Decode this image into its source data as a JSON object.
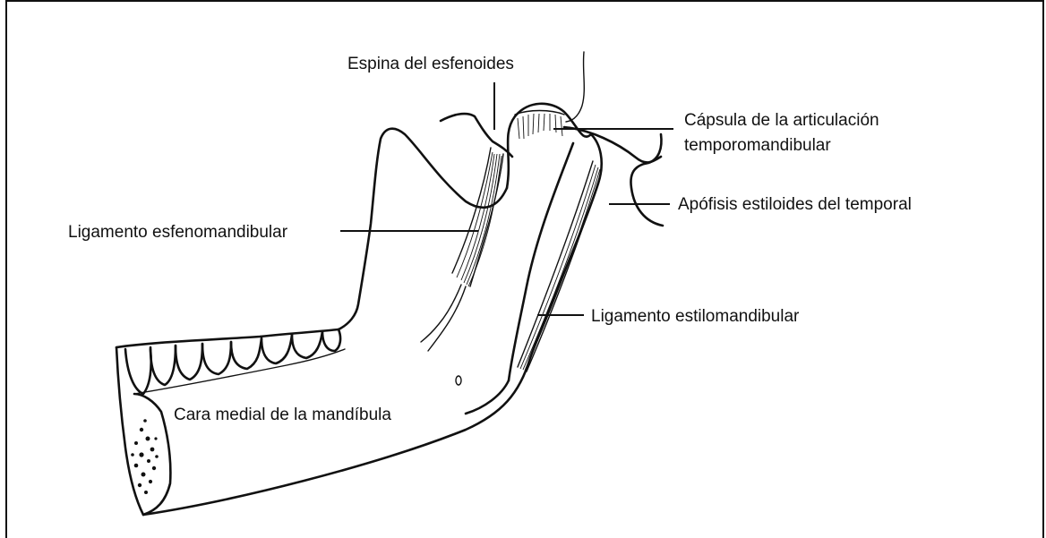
{
  "diagram": {
    "labels": {
      "espina": "Espina del esfenoides",
      "capsula_1": "Cápsula de la articulación",
      "capsula_2": "temporomandibular",
      "apofisis": "Apófisis estiloides del temporal",
      "lig_esfeno": "Ligamento esfenomandibular",
      "lig_estilo": "Ligamento estilomandibular",
      "cara_medial": "Cara medial de la mandíbula"
    }
  }
}
